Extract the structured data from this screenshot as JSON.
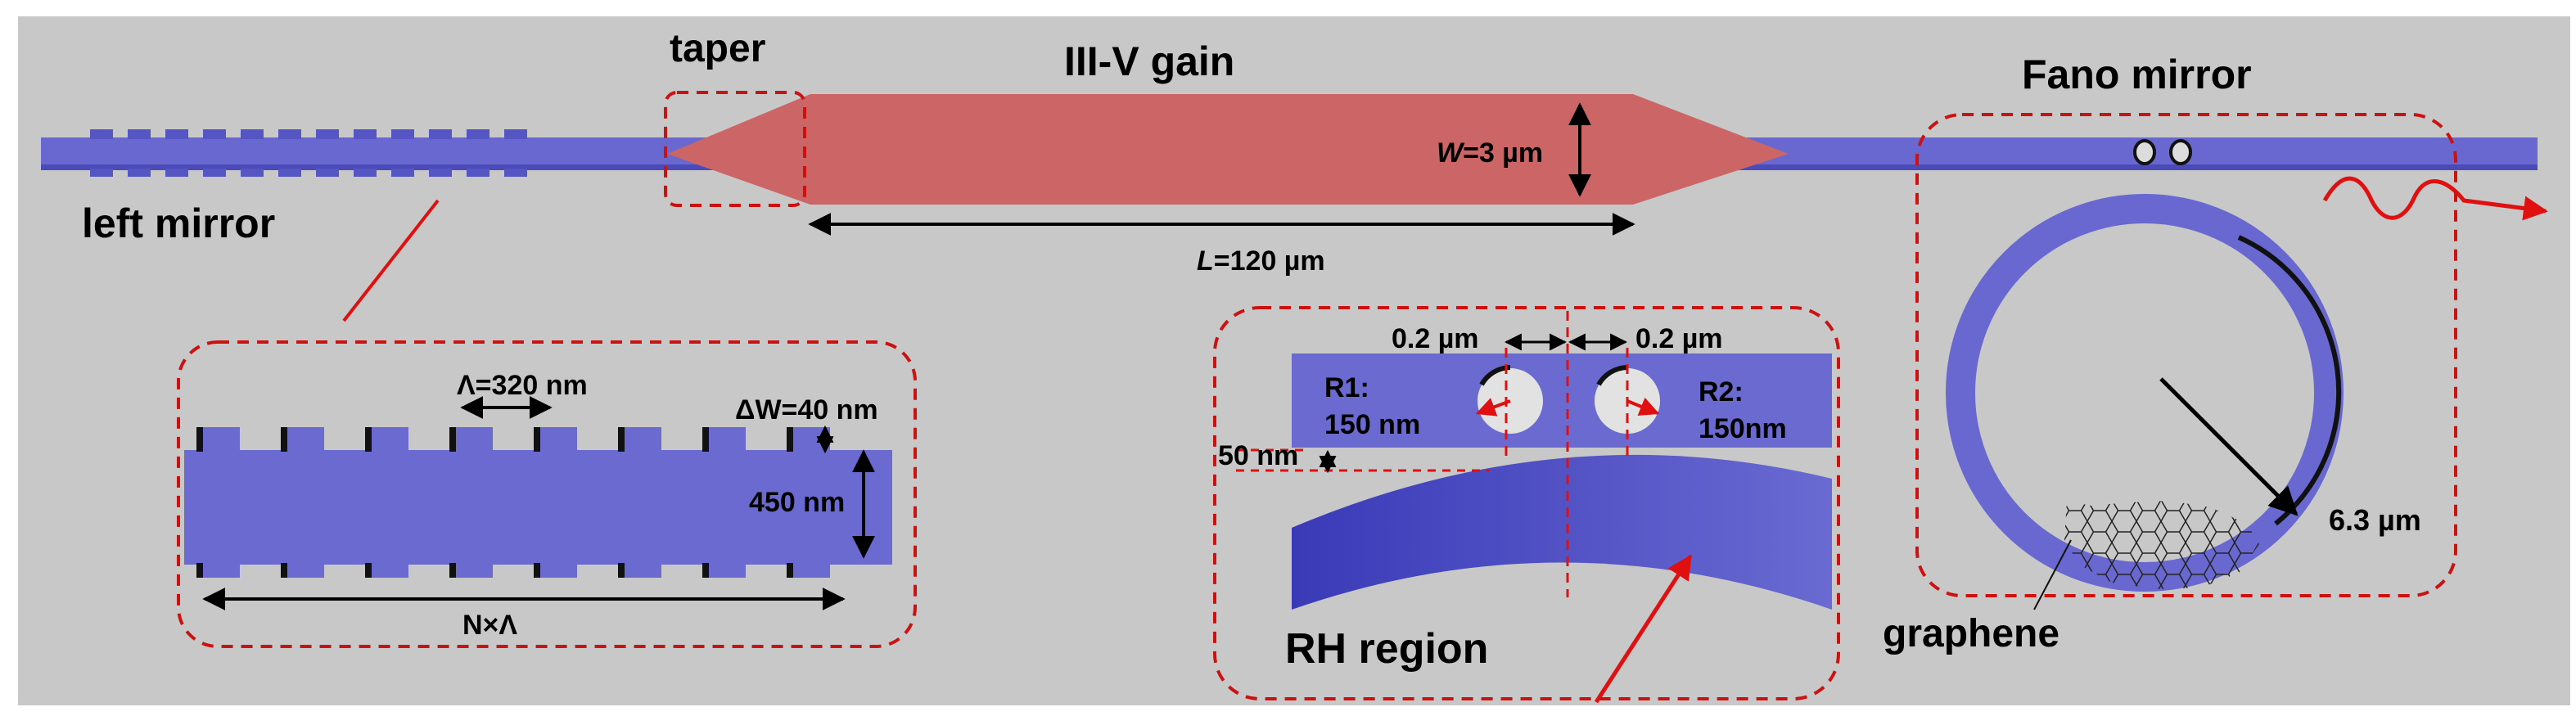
{
  "labels": {
    "taper": "taper",
    "gain": "III-V gain",
    "fano_mirror": "Fano mirror",
    "left_mirror": "left mirror",
    "width_var": "W",
    "width_val": "=3 µm",
    "length_var": "L",
    "length_val": "=120 µm",
    "period": "Λ=320 nm",
    "delta_w": "ΔW=40 nm",
    "wg_width": "450 nm",
    "n_lambda": "N×Λ",
    "gap_left": "0.2 µm",
    "gap_right": "0.2 µm",
    "r1_line1": "R1:",
    "r1_line2": "150 nm",
    "r2_line1": "R2:",
    "r2_line2": "150nm",
    "gap_50": "50 nm",
    "rh_region": "RH region",
    "ring_radius": "6.3 µm",
    "graphene": "graphene"
  },
  "colors": {
    "background": "#c8c8c8",
    "waveguide": "#6868d0",
    "waveguide_dark": "#3a3ab0",
    "gain": "#cc6666",
    "dashed_box": "#cc1111",
    "arrow": "#000000"
  },
  "icons": {
    "output_light": "wavy-red-arrow"
  }
}
